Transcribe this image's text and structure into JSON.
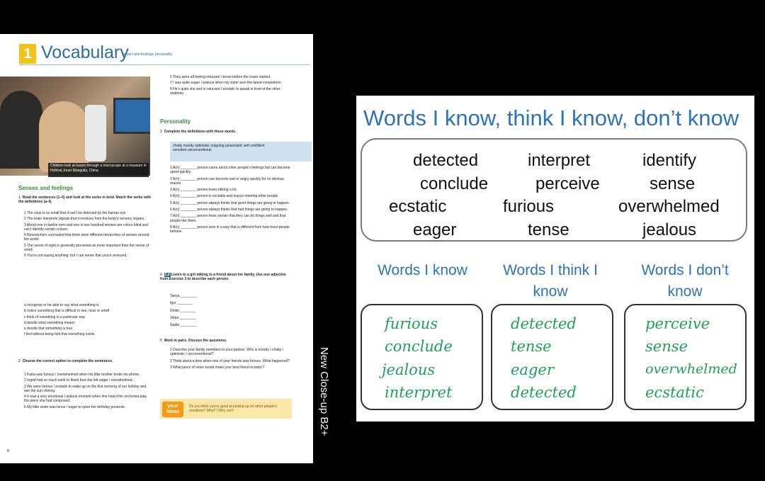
{
  "book": {
    "unit_number": "1",
    "unit_title": "Vocabulary",
    "unit_subtitle": "senses and feelings; personality",
    "photo_caption": "Children look at leaves through a microscope at a museum in Hohhot, Inner Mongolia, China",
    "senses_heading": "Senses and feelings",
    "ex1": {
      "num": "1",
      "instruction": "Read the sentences (1–6) and look at the verbs in bold. Match the verbs with the definitions (a–f).",
      "items": [
        "1  The virus is so small that it can't be detected by the human eye.",
        "2  The brain interprets signals that it receives from the body's sensory organs.",
        "3  About one in twelve men and one in two hundred women are colour blind and can't identify certain colours.",
        "4  Researchers concluded that there were different hierarchies of senses around the world.",
        "5  The sense of sight is generally perceived as more important than the sense of smell.",
        "6  You're not saying anything, but I can sense that you're annoyed."
      ],
      "definitions": [
        "a  recognise or be able to say what something is",
        "b  notice something that is difficult to see, hear or smell",
        "c  think of something in a particular way",
        "d  decide what something means",
        "e  decide that something is true",
        "f  feel without being told that something exists"
      ]
    },
    "ex2": {
      "num": "2",
      "instruction": "Choose the correct option to complete the sentences.",
      "items": [
        "1  Kuba was furious / overwhelmed when his little brother broke his phone.",
        "2  Ingrid had so much work to finish that she felt eager / overwhelmed.",
        "3  We were furious / ecstatic to wake up on the first morning of our holiday and see the sun shining.",
        "4  It was a very emotional / jealous moment when she heard the orchestra play the piece she had composed.",
        "5  My little sister was tense / eager to open her birthday presents."
      ],
      "items_continued": [
        "6  They were all feeling reluctant / tense before the exam started.",
        "7  I was quite eager / jealous when my sister won the talent competition.",
        "8  He's quite shy and is reluctant / ecstatic to speak in front of the other students."
      ]
    },
    "personality_heading": "Personality",
    "ex3": {
      "num": "3",
      "instruction": "Complete the definitions with these words.",
      "words": "chatty   moody   optimistic   outgoing   pessimistic   self-confident   sensitive   unconventional",
      "items": [
        "1  A(n) ________ person cares about other people's feelings but can become upset quickly.",
        "2  A(n) ________ person can become sad or angry quickly for no obvious reason.",
        "3  A(n) ________ person loves talking a lot.",
        "4  A(n) ________ person is sociable and enjoys meeting other people.",
        "5  A(n) ________ person always thinks that good things are going to happen.",
        "6  A(n) ________ person always thinks that bad things are going to happen.",
        "7  A(n) ________ person feels certain that they can do things well and that people like them.",
        "8  A(n) ________ person acts in a way that is different from how most people behave."
      ]
    },
    "ex4": {
      "num": "4",
      "audio": "1.2",
      "instruction": "Listen to a girl talking to a friend about her family. Use one adjective from Exercise 3 to describe each person.",
      "names": [
        "Tanya",
        "Igor",
        "Dmitri",
        "Viktor",
        "Nadia"
      ]
    },
    "ex5": {
      "num": "5",
      "instruction": "Work in pairs. Discuss the questions.",
      "items": [
        "1  Describe your family members to your partner. Who is moody / chatty / optimistic / unconventional?",
        "2  Think about a time when one of your friends was furious. What happened?",
        "3  What piece of news would make your best friend ecstatic?"
      ]
    },
    "your_ideas_label": "your ideas",
    "your_ideas_text": "Do you think you're good at picking up on other people's emotions? Why? / Why not?",
    "page_number": "8"
  },
  "spine_text": "New Close-up B2+",
  "slide": {
    "title": "Words I know, think I know, don’t know",
    "word_bank": [
      [
        "detected",
        "interpret",
        "identify"
      ],
      [
        "conclude",
        "perceive",
        "sense"
      ],
      [
        "ecstatic",
        "furious",
        "overwhelmed"
      ],
      [
        "eager",
        "tense",
        "jealous"
      ]
    ],
    "columns": [
      {
        "heading_line1": "Words I know",
        "heading_line2": "",
        "words": [
          "furious",
          "conclude",
          "jealous",
          "interpret"
        ]
      },
      {
        "heading_line1": "Words I think I",
        "heading_line2": "know",
        "words": [
          "detected",
          "tense",
          "eager",
          "detected"
        ]
      },
      {
        "heading_line1": "Words I don’t",
        "heading_line2": "know",
        "words": [
          "perceive",
          "sense",
          "overwhelmed",
          "ecstatic"
        ]
      }
    ],
    "colors": {
      "title": "#2e74b5",
      "handwriting": "#1fa05c"
    }
  }
}
